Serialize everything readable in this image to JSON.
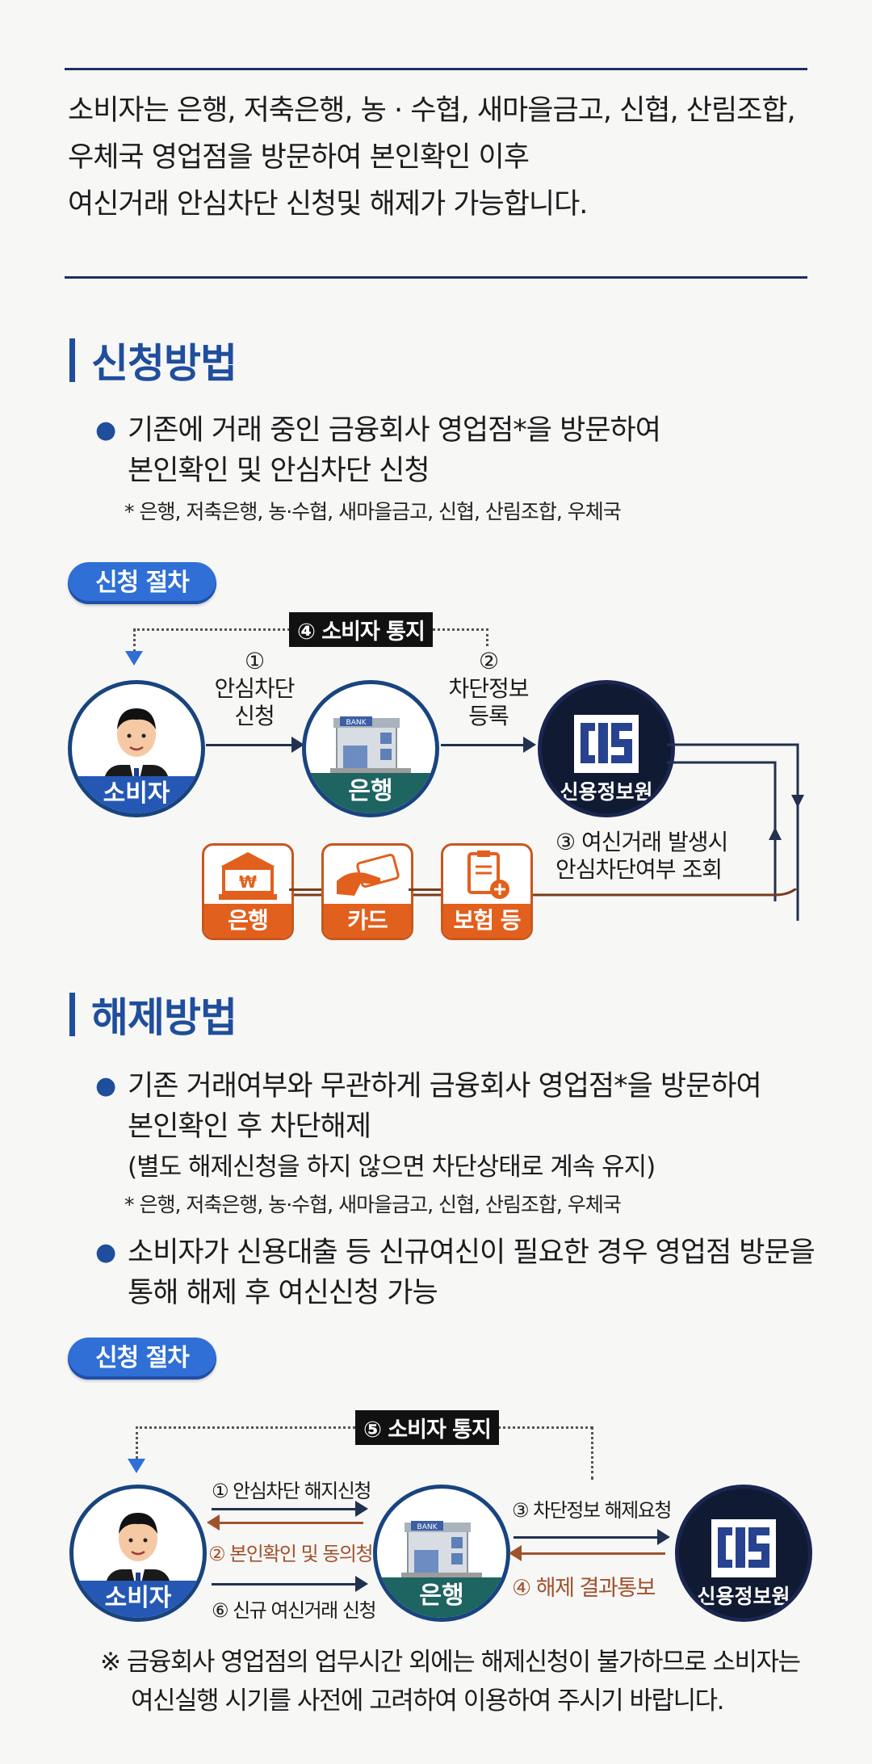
{
  "intro": {
    "lines": [
      "소비자는 은행, 저축은행, 농 · 수협, 새마을금고, 신협, 산림조합,",
      "우체국 영업점을 방문하여 본인확인 이후",
      "여신거래 안심차단 신청및 해제가 가능합니다."
    ]
  },
  "apply": {
    "title": "신청방법",
    "bullet_line1": "기존에 거래 중인 금융회사 영업점*을 방문하여",
    "bullet_line2": "본인확인 및 안심차단 신청",
    "footnote": "* 은행, 저축은행, 농·수협, 새마을금고, 신협, 산림조합, 우체국",
    "process_label": "신청 절차",
    "notice": "④ 소비자 통지",
    "step1_num": "①",
    "step1_line1": "안심차단",
    "step1_line2": "신청",
    "step2_num": "②",
    "step2_line1": "차단정보",
    "step2_line2": "등록",
    "step3_line1": "③ 여신거래 발생시",
    "step3_line2": "안심차단여부 조회",
    "consumer": "소비자",
    "bank": "은행",
    "cis": "신용정보원",
    "orgs": [
      "은행",
      "카드",
      "보험 등"
    ]
  },
  "release": {
    "title": "해제방법",
    "bullet1_line1": "기존 거래여부와 무관하게 금융회사 영업점*을 방문하여",
    "bullet1_line2": "본인확인 후 차단해제",
    "bullet1_line3": "(별도 해제신청을 하지 않으면 차단상태로 계속 유지)",
    "footnote": "* 은행, 저축은행, 농·수협, 새마을금고, 신협, 산림조합, 우체국",
    "bullet2_line1": "소비자가 신용대출 등 신규여신이 필요한 경우 영업점 방문을",
    "bullet2_line2": "통해 해제 후 여신신청 가능",
    "process_label": "신청 절차",
    "notice": "⑤ 소비자 통지",
    "s1": "① 안심차단 해지신청",
    "s2": "② 본인확인 및 동의청구",
    "s3": "③ 차단정보 해제요청",
    "s4": "④ 해제 결과통보",
    "s6": "⑥ 신규 여신거래 신청",
    "consumer": "소비자",
    "bank": "은행",
    "cis": "신용정보원"
  },
  "footer": {
    "line1": "※ 금융회사 영업점의 업무시간 외에는 해제신청이 불가하므로 소비자는",
    "line2": "여신실행 시기를 사전에 고려하여 이용하여 주시기 바랍니다."
  },
  "colors": {
    "navy": "#1f3160",
    "blue": "#2f6fd6",
    "title_blue": "#1f4e9c",
    "orange": "#e2601d",
    "brown_arrow": "#a0522d"
  }
}
